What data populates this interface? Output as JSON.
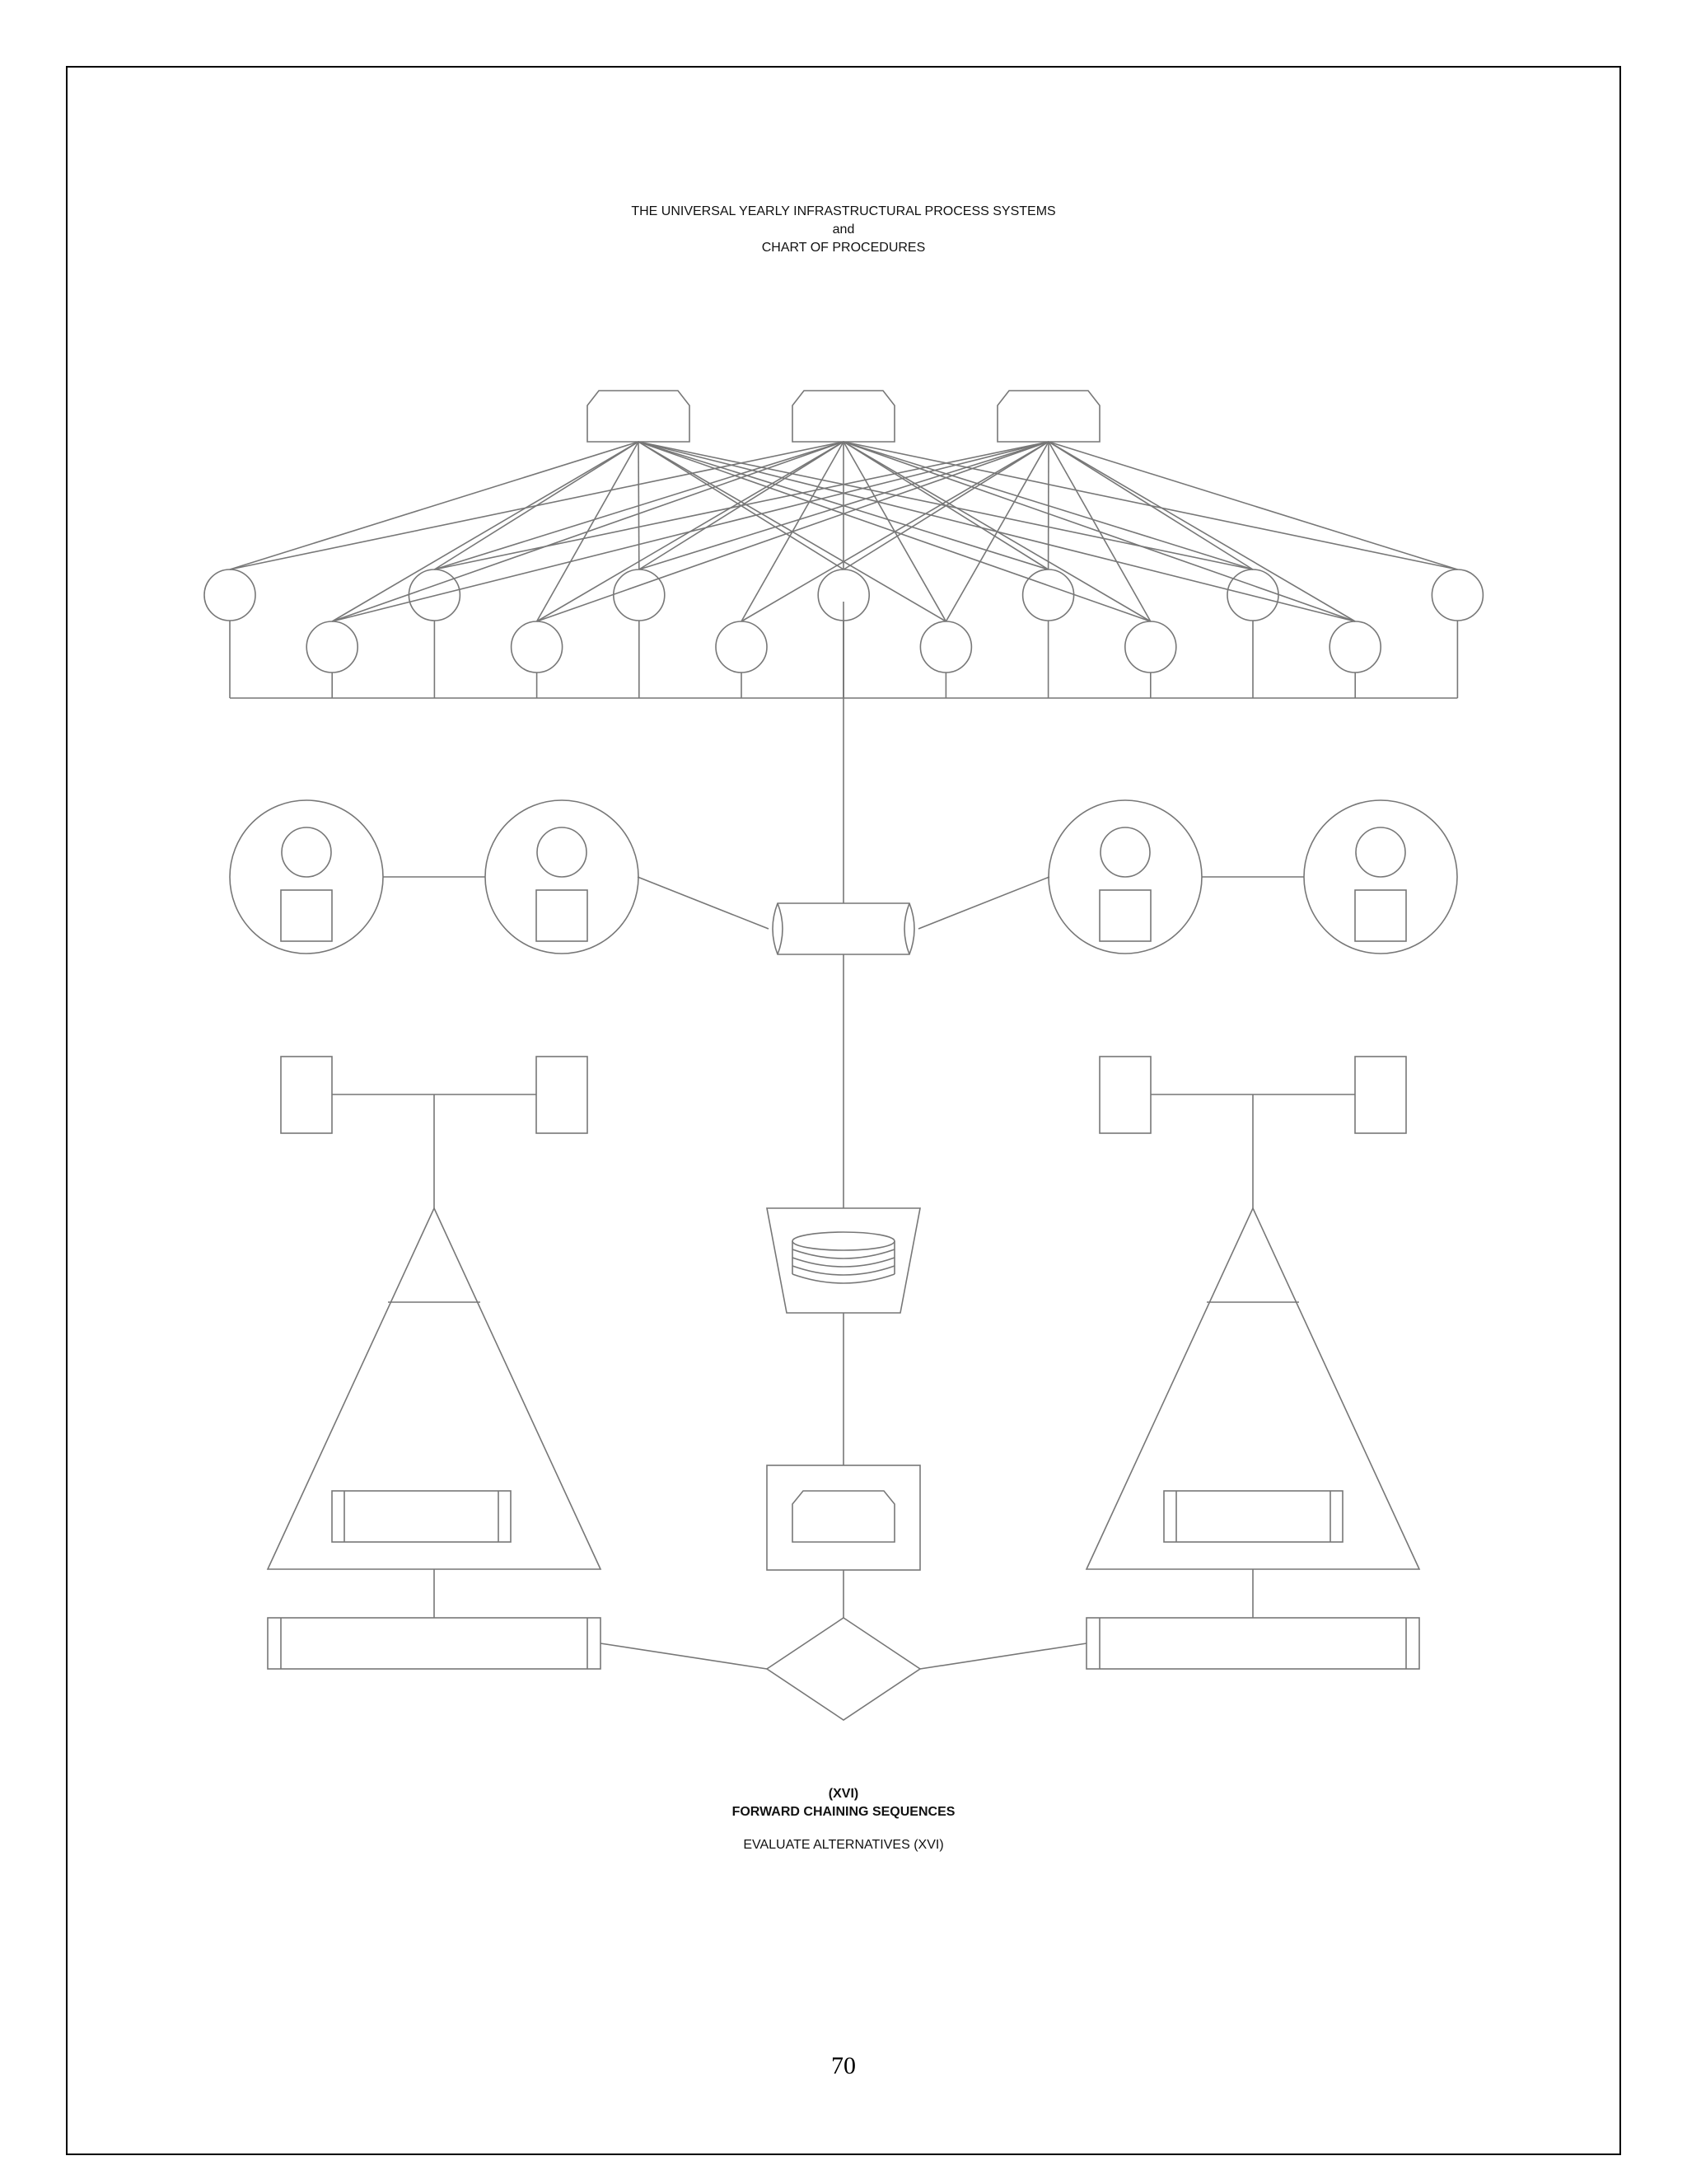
{
  "header": {
    "line1": "THE UNIVERSAL YEARLY INFRASTRUCTURAL PROCESS SYSTEMS",
    "line2": "and",
    "line3": "CHART OF PROCEDURES"
  },
  "caption": {
    "numeral": "(XVI)",
    "title": "FORWARD CHAINING SEQUENCES",
    "subtitle": "EVALUATE ALTERNATIVES (XVI)"
  },
  "page_number": "70",
  "colors": {
    "line": "#777777",
    "border": "#000000",
    "background": "#ffffff"
  }
}
